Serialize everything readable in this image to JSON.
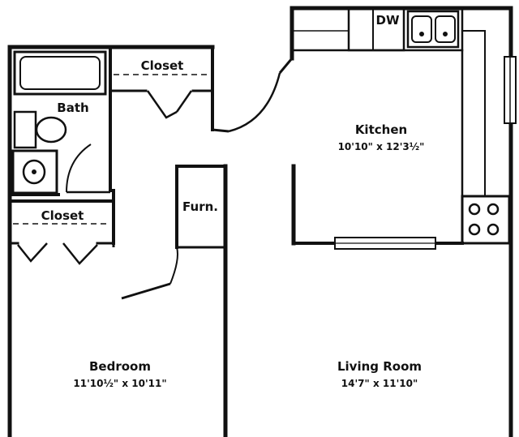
{
  "plan": {
    "colors": {
      "wall": "#111111",
      "paper": "#ffffff"
    },
    "rooms": {
      "kitchen": {
        "label": "Kitchen",
        "dims": "10'10\" x 12'3½\""
      },
      "living_room": {
        "label": "Living Room",
        "dims": "14'7\" x 11'10\""
      },
      "bedroom": {
        "label": "Bedroom",
        "dims": "11'10½\" x 10'11\""
      },
      "bath": {
        "label": "Bath"
      },
      "closet_top": {
        "label": "Closet"
      },
      "closet_left": {
        "label": "Closet"
      },
      "furnace": {
        "label": "Furn."
      }
    },
    "fixtures": {
      "dishwasher": {
        "label": "DW",
        "icon": "dishwasher-icon"
      },
      "sink": {
        "icon": "double-sink-icon"
      },
      "stove": {
        "icon": "stove-burners-icon"
      },
      "tub": {
        "icon": "bathtub-icon"
      },
      "toilet": {
        "icon": "toilet-icon"
      },
      "lavatory": {
        "icon": "lavatory-sink-icon"
      }
    }
  }
}
